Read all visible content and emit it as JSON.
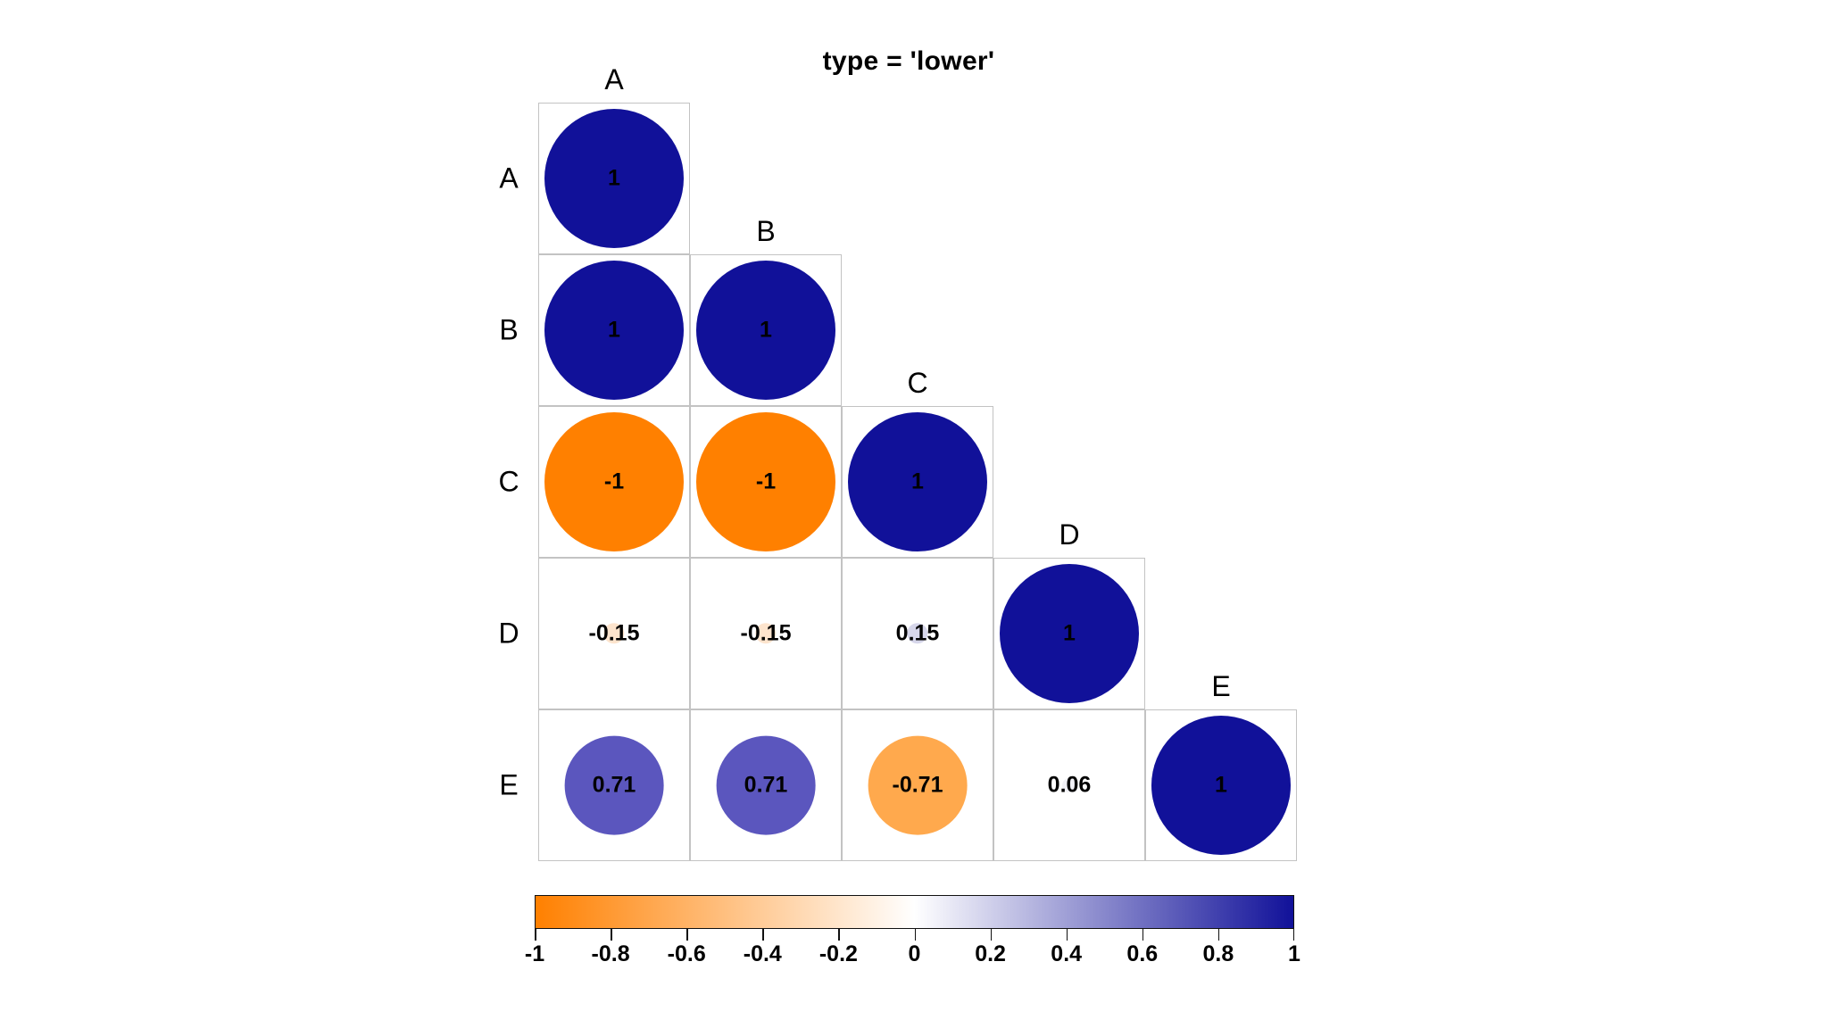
{
  "chart_data": {
    "type": "heatmap",
    "title": "type = 'lower'",
    "plot_style": "corrplot-circle-lower-triangle",
    "xlabel": "",
    "ylabel": "",
    "categories": [
      "A",
      "B",
      "C",
      "D",
      "E"
    ],
    "row_labels": [
      "A",
      "B",
      "C",
      "D",
      "E"
    ],
    "column_labels": [
      "A",
      "B",
      "C",
      "D",
      "E"
    ],
    "legend_position": "bottom",
    "grid": true,
    "matrix": [
      [
        1,
        null,
        null,
        null,
        null
      ],
      [
        1,
        1,
        null,
        null,
        null
      ],
      [
        -1,
        -1,
        1,
        null,
        null
      ],
      [
        -0.15,
        -0.15,
        0.15,
        1,
        null
      ],
      [
        0.71,
        0.71,
        -0.71,
        0.06,
        1
      ]
    ],
    "cells": [
      {
        "row": "A",
        "col": "A",
        "value": 1,
        "label": "1",
        "color": "#111199"
      },
      {
        "row": "B",
        "col": "A",
        "value": 1,
        "label": "1",
        "color": "#111199"
      },
      {
        "row": "B",
        "col": "B",
        "value": 1,
        "label": "1",
        "color": "#111199"
      },
      {
        "row": "C",
        "col": "A",
        "value": -1,
        "label": "-1",
        "color": "#ff8000"
      },
      {
        "row": "C",
        "col": "B",
        "value": -1,
        "label": "-1",
        "color": "#ff8000"
      },
      {
        "row": "C",
        "col": "C",
        "value": 1,
        "label": "1",
        "color": "#111199"
      },
      {
        "row": "D",
        "col": "A",
        "value": -0.15,
        "label": "-0.15",
        "color": "#fde4cd"
      },
      {
        "row": "D",
        "col": "B",
        "value": -0.15,
        "label": "-0.15",
        "color": "#fde4cd"
      },
      {
        "row": "D",
        "col": "C",
        "value": 0.15,
        "label": "0.15",
        "color": "#d6d6ea"
      },
      {
        "row": "D",
        "col": "D",
        "value": 1,
        "label": "1",
        "color": "#111199"
      },
      {
        "row": "E",
        "col": "A",
        "value": 0.71,
        "label": "0.71",
        "color": "#5b56be"
      },
      {
        "row": "E",
        "col": "B",
        "value": 0.71,
        "label": "0.71",
        "color": "#5b56be"
      },
      {
        "row": "E",
        "col": "C",
        "value": -0.71,
        "label": "-0.71",
        "color": "#ffa94d"
      },
      {
        "row": "E",
        "col": "D",
        "value": 0.06,
        "label": "0.06",
        "color": "#f2f2f7"
      },
      {
        "row": "E",
        "col": "E",
        "value": 1,
        "label": "1",
        "color": "#111199"
      }
    ],
    "colorbar": {
      "min": -1,
      "max": 1,
      "ticks": [
        "-1",
        "-0.8",
        "-0.6",
        "-0.4",
        "-0.2",
        "0",
        "0.2",
        "0.4",
        "0.6",
        "0.8",
        "1"
      ],
      "tick_values": [
        -1,
        -0.8,
        -0.6,
        -0.4,
        -0.2,
        0,
        0.2,
        0.4,
        0.6,
        0.8,
        1
      ],
      "low_color": "#ff8000",
      "mid_color": "#ffffff",
      "high_color": "#111199"
    }
  }
}
